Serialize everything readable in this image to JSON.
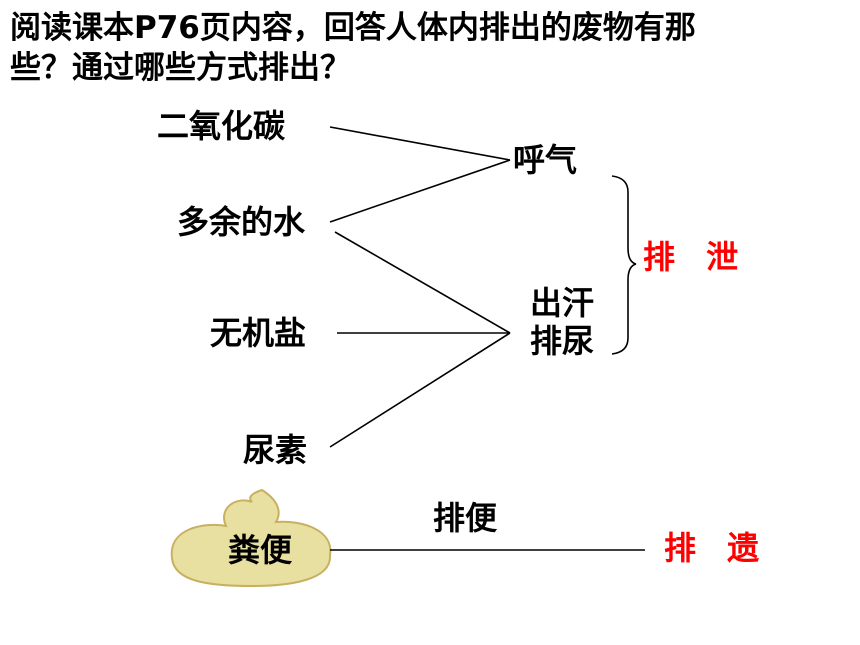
{
  "question": {
    "line1": "阅读课本P76页内容，回答人体内排出的废物有那",
    "line2": "些？通过哪些方式排出？"
  },
  "wastes": {
    "co2": "二氧化碳",
    "water": "多余的水",
    "salt": "无机盐",
    "urea": "尿素",
    "feces": "粪便"
  },
  "routes": {
    "exhale": "呼气",
    "sweat": "出汗",
    "urinate": "排尿",
    "defecate": "排便"
  },
  "categories": {
    "excretion": "排 泄",
    "egestion": "排 遗"
  },
  "colors": {
    "category_text": "#ff0000",
    "feces_pile_fill": "#e8e0a0",
    "feces_pile_stroke": "#c8b060"
  }
}
